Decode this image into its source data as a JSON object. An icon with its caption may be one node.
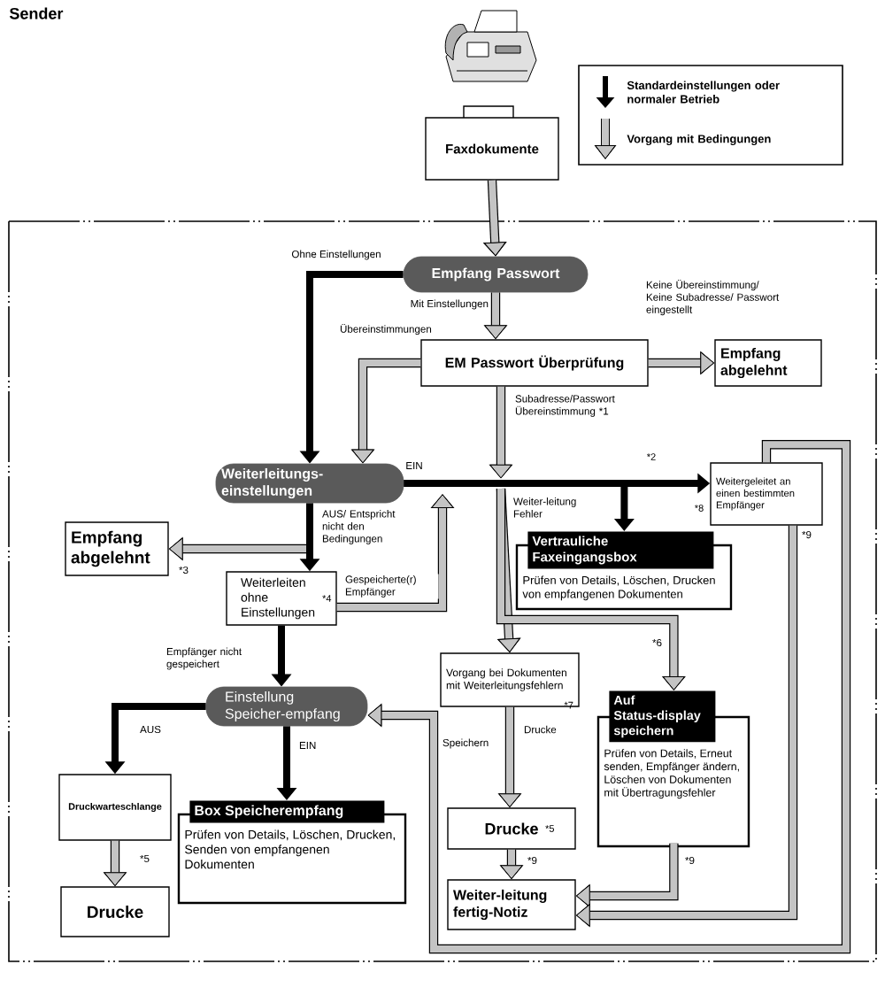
{
  "diagram": {
    "title": "Sender",
    "nodes": [
      {
        "text": [
          "Faxdokumente"
        ]
      },
      {
        "text": [
          "Empfang Passwort"
        ]
      },
      {
        "text": [
          "EM Passwort Überprüfung"
        ]
      },
      {
        "text": [
          "Empfang abgelehnt"
        ]
      },
      {
        "text": [
          "Weiterleitungs-einstellungen"
        ]
      },
      {
        "text": [
          "Empfang abgelehnt"
        ]
      },
      {
        "text": [
          "Weiterleiten ohne Einstellungen",
          "*4"
        ]
      },
      {
        "text": [
          "Weitergeleitet an einen bestimmten Empfänger"
        ],
        "beside": [
          "*8"
        ]
      },
      {
        "text": [
          "Vertrauliche Faxeingangsbox",
          "Prüfen von Details, Löschen, Drucken von empfangenen Dokumenten"
        ]
      },
      {
        "text": [
          "Vorgang bei Dokumenten mit Weiterleitungsfehlern",
          "*7"
        ]
      },
      {
        "text": [
          "Auf Status-display speichern",
          "Prüfen von Details, Erneut senden, Empfänger ändern, Löschen von Dokumenten mit Übertragungsfehler"
        ]
      },
      {
        "text": [
          "Einstellung Speicher-empfang"
        ]
      },
      {
        "text": [
          "Druckwarteschlange"
        ]
      },
      {
        "text": [
          "Box Speicherempfang",
          "Prüfen von Details, Löschen, Drucken, Senden von empfangenen Dokumenten"
        ]
      },
      {
        "text": [
          "Drucke"
        ]
      },
      {
        "text": [
          "Drucke",
          "*5"
        ]
      },
      {
        "text": [
          "Weiter-leitung fertig-Notiz"
        ]
      }
    ],
    "edges": [
      {
        "from": 0,
        "to": 1,
        "arrow": "to"
      },
      {
        "from": 1,
        "to": 4,
        "arrow": "to",
        "label": "Ohne Einstellungen",
        "color": "#000000"
      },
      {
        "from": 1,
        "to": 2,
        "arrow": "to",
        "label": "Mit Einstellungen"
      },
      {
        "from": 2,
        "to": 4,
        "arrow": "to",
        "label": "Übereinstimmungen"
      },
      {
        "from": 2,
        "to": 3,
        "arrow": "to",
        "label": "Keine Übereinstimmung/ Keine Subadresse/ Passwort eingestellt"
      },
      {
        "from": 2,
        "to": null,
        "arrow": "to",
        "label": "Subadresse/Passwort Übereinstimmung *1"
      },
      {
        "from": 4,
        "to": 7,
        "arrow": "to",
        "label": "EIN",
        "color": "#000000"
      },
      {
        "from": 4,
        "to": 8,
        "arrow": "to",
        "color": "#000000"
      },
      {
        "from": null,
        "to": 5,
        "arrow": "to",
        "label": "*3"
      },
      {
        "from": 4,
        "to": 6,
        "arrow": "to",
        "label": "AUS/ Entspricht nicht den Bedingungen",
        "color": "#000000"
      },
      {
        "from": 6,
        "to": null,
        "arrow": "to",
        "label": "Gespeicherte(r) Empfänger"
      },
      {
        "from": 6,
        "to": 11,
        "arrow": "to",
        "label": "Empfänger nicht gespeichert",
        "color": "#000000"
      },
      {
        "from": 11,
        "to": 12,
        "arrow": "to",
        "label": "AUS",
        "color": "#000000"
      },
      {
        "from": 11,
        "to": 13,
        "arrow": "to",
        "label": "EIN",
        "color": "#000000"
      },
      {
        "from": 12,
        "to": 14,
        "arrow": "to",
        "label": "*5"
      },
      {
        "from": 9,
        "to": 15,
        "arrow": "to",
        "label": "Drucke"
      },
      {
        "from": 15,
        "to": 16,
        "arrow": "to",
        "label": "*9"
      },
      {
        "from": 10,
        "to": 16,
        "arrow": "to",
        "label": "*9"
      },
      {
        "from": 7,
        "to": 16,
        "arrow": "to",
        "label": "*9"
      },
      {
        "from": 7,
        "to": 11,
        "arrow": "to",
        "label": "Speichern"
      },
      {
        "from": null,
        "to": 9,
        "arrow": "to",
        "label": "Weiter-leitung Fehler"
      },
      {
        "from": null,
        "to": 10,
        "arrow": "to",
        "label": "*6"
      }
    ],
    "labels": [
      "*2"
    ],
    "legend": [
      {
        "text": "Standardeinstellungen oder normaler Betrieb"
      },
      {
        "text": "Vorgang mit Bedingungen"
      }
    ]
  }
}
